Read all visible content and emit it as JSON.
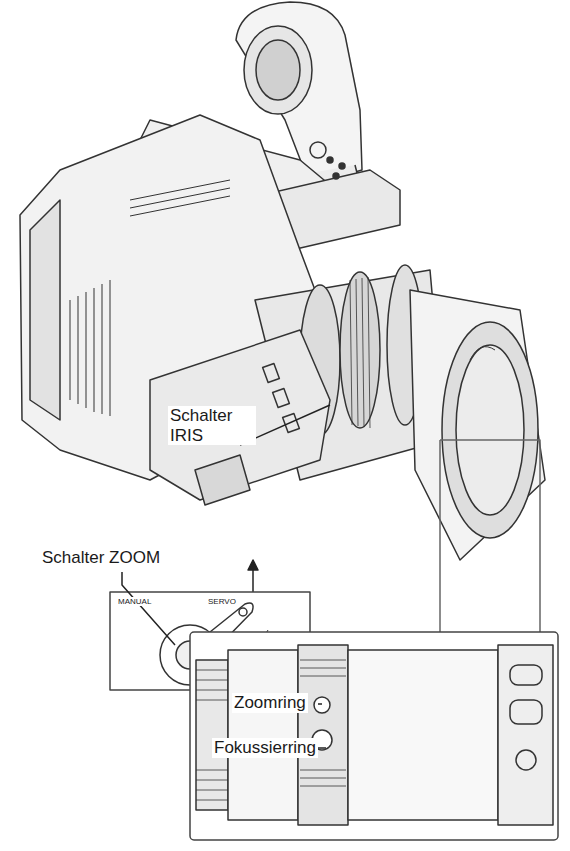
{
  "diagram": {
    "labels": [
      "Schalter IRIS",
      "Schalter ZOOM",
      "MANUAL",
      "SERVO",
      "Zoomring",
      "Fokussierring"
    ]
  }
}
